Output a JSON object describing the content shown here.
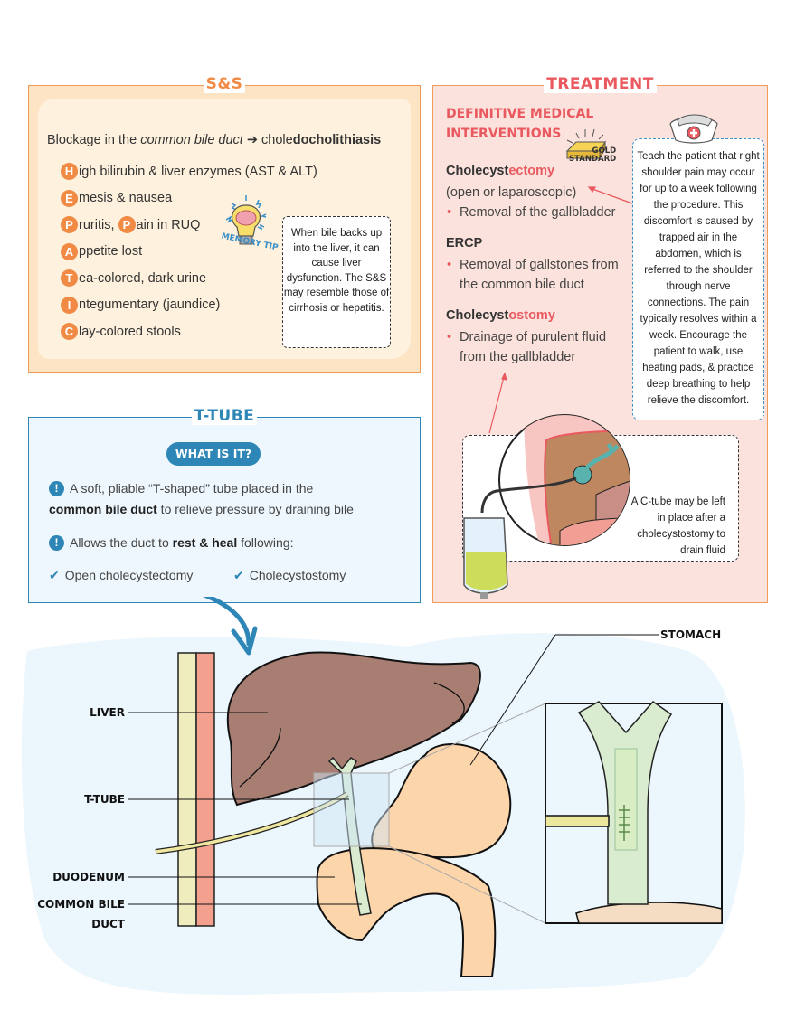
{
  "signs_symptoms": {
    "title": "S&S",
    "intro_prefix": "Blockage in the ",
    "intro_italic": "common bile duct",
    "intro_arrow": "➔",
    "intro_plain": " chole",
    "intro_bold": "docholithiasis",
    "mnemonic": [
      {
        "letter": "H",
        "text": "igh bilirubin & liver enzymes (AST & ALT)"
      },
      {
        "letter": "E",
        "text": "mesis & nausea"
      },
      {
        "letter": "P",
        "text": "ruritis, ",
        "letter2": "P",
        "text2": "ain in RUQ"
      },
      {
        "letter": "A",
        "text": "ppetite lost"
      },
      {
        "letter": "T",
        "text": "ea-colored, dark urine"
      },
      {
        "letter": "I",
        "text": "ntegumentary (jaundice)"
      },
      {
        "letter": "C",
        "text": "lay-colored stools"
      }
    ],
    "memory_tip_label": "MEMORY TIP",
    "note": "When bile backs up into the liver, it can cause liver dysfunction. The S&S may resemble those of cirrhosis or hepatitis."
  },
  "treatment": {
    "title": "TREATMENT",
    "section_title": "DEFINITIVE MEDICAL INTERVENTIONS",
    "gold_label_1": "GOLD",
    "gold_label_2": "STANDARD",
    "items": [
      {
        "name_prefix": "Cholecyst",
        "name_suffix": "ectomy",
        "subtitle": "(open or laparoscopic)",
        "bullet": "Removal of the gallbladder"
      },
      {
        "name_prefix": "ERCP",
        "name_suffix": "",
        "bullet": "Removal of gallstones from the common bile duct"
      },
      {
        "name_prefix": "Cholecyst",
        "name_suffix": "ostomy",
        "bullet": "Drainage of purulent fluid from the gallbladder"
      }
    ],
    "nurse_note": "Teach the patient that right shoulder pain may occur for up to a week following the procedure. This discomfort is caused by trapped air in the abdomen, which is referred to the shoulder through nerve connections. The pain typically resolves within a week. Encourage the patient to walk, use heating pads, & practice deep breathing to help relieve the discomfort.",
    "ctube_note": "A C-tube may be left in place after a cholecystostomy to drain fluid"
  },
  "t_tube": {
    "title": "T-TUBE",
    "pill": "WHAT IS IT?",
    "point1_a": "A soft, pliable “T-shaped” tube placed in the",
    "point1_b_bold": "common bile duct",
    "point1_b_rest": " to relieve pressure by draining bile",
    "point2_a": "Allows the duct to ",
    "point2_bold": "rest & heal",
    "point2_b": " following:",
    "checks": [
      "Open cholecystectomy",
      "Cholecystostomy"
    ]
  },
  "diagram": {
    "labels": {
      "liver": "LIVER",
      "t_tube": "T-TUBE",
      "duodenum": "DUODENUM",
      "cbd_1": "COMMON BILE",
      "cbd_2": "DUCT",
      "stomach": "STOMACH"
    }
  },
  "colors": {
    "orange": "#f08a44",
    "red": "#e9595f",
    "blue": "#2e86b7",
    "liver": "#a97e72",
    "stomach": "#fdd5ab"
  }
}
